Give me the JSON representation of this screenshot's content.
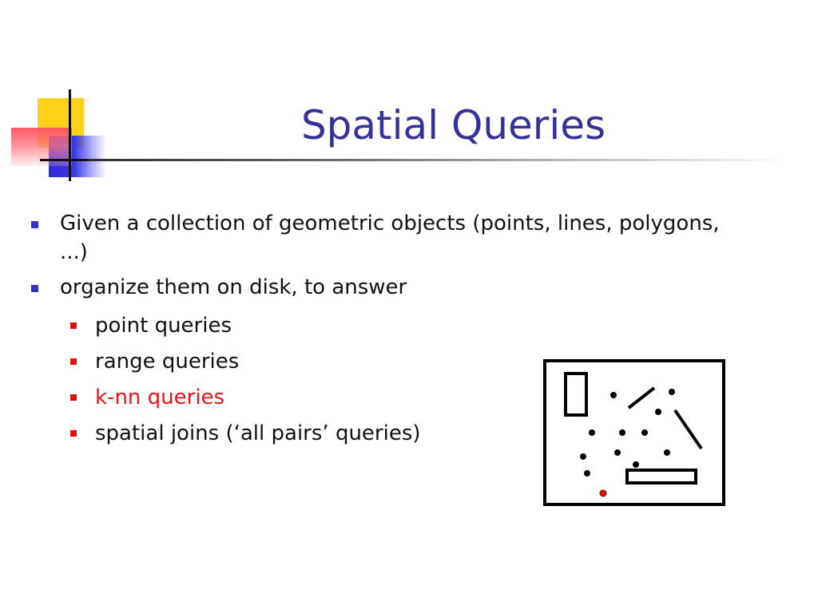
{
  "slide": {
    "title": "Spatial Queries",
    "bullets": [
      {
        "text": "Given a collection of geometric objects (points, lines, polygons, ...)"
      },
      {
        "text": "organize them on disk, to answer"
      }
    ],
    "sub_bullets": [
      {
        "text": "point queries",
        "highlighted": false
      },
      {
        "text": "range queries",
        "highlighted": false
      },
      {
        "text": "k-nn queries",
        "highlighted": true
      },
      {
        "text": "spatial joins (‘all pairs’ queries)",
        "highlighted": false
      }
    ]
  },
  "colors": {
    "title": "#333399",
    "bullet_marker": "#3333cc",
    "sub_bullet_marker": "#e01010",
    "highlight_text": "#e8141b",
    "body_text": "#111111",
    "query_point": "#e01010"
  }
}
